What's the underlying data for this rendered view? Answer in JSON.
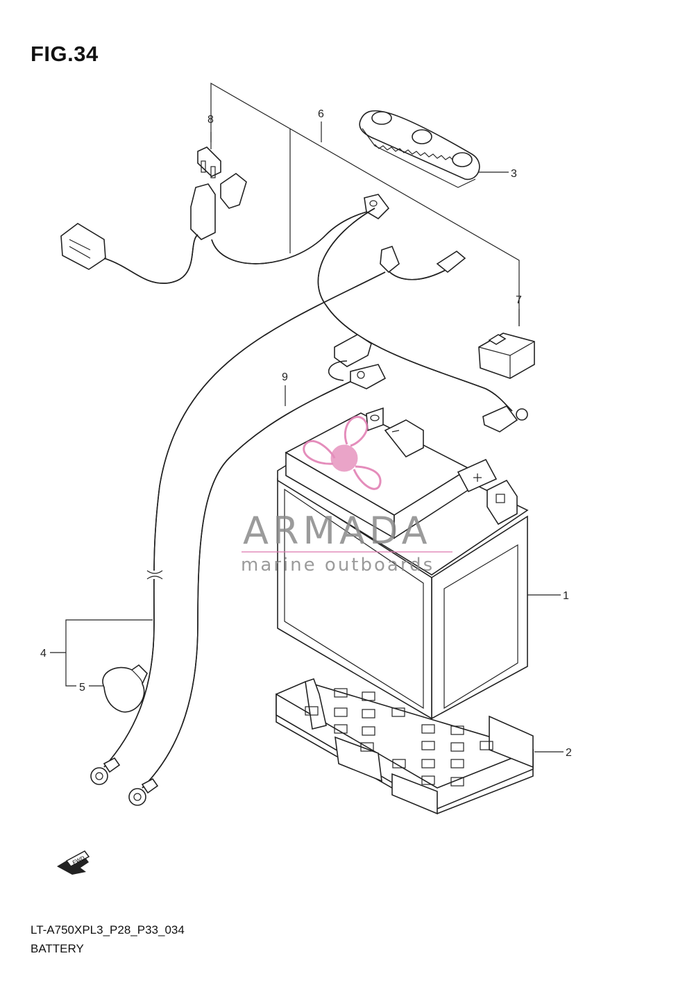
{
  "figure": {
    "title": "FIG.34",
    "model_code": "LT-A750XPL3_P28_P33_034",
    "section_name": "BATTERY"
  },
  "callouts": [
    "1",
    "2",
    "3",
    "4",
    "5",
    "6",
    "7",
    "8",
    "9"
  ],
  "watermark": {
    "brand": "ARMADA",
    "tagline": "marine outboards",
    "color": "#e07ab0"
  },
  "fwd_marker": {
    "label": "FWD"
  }
}
